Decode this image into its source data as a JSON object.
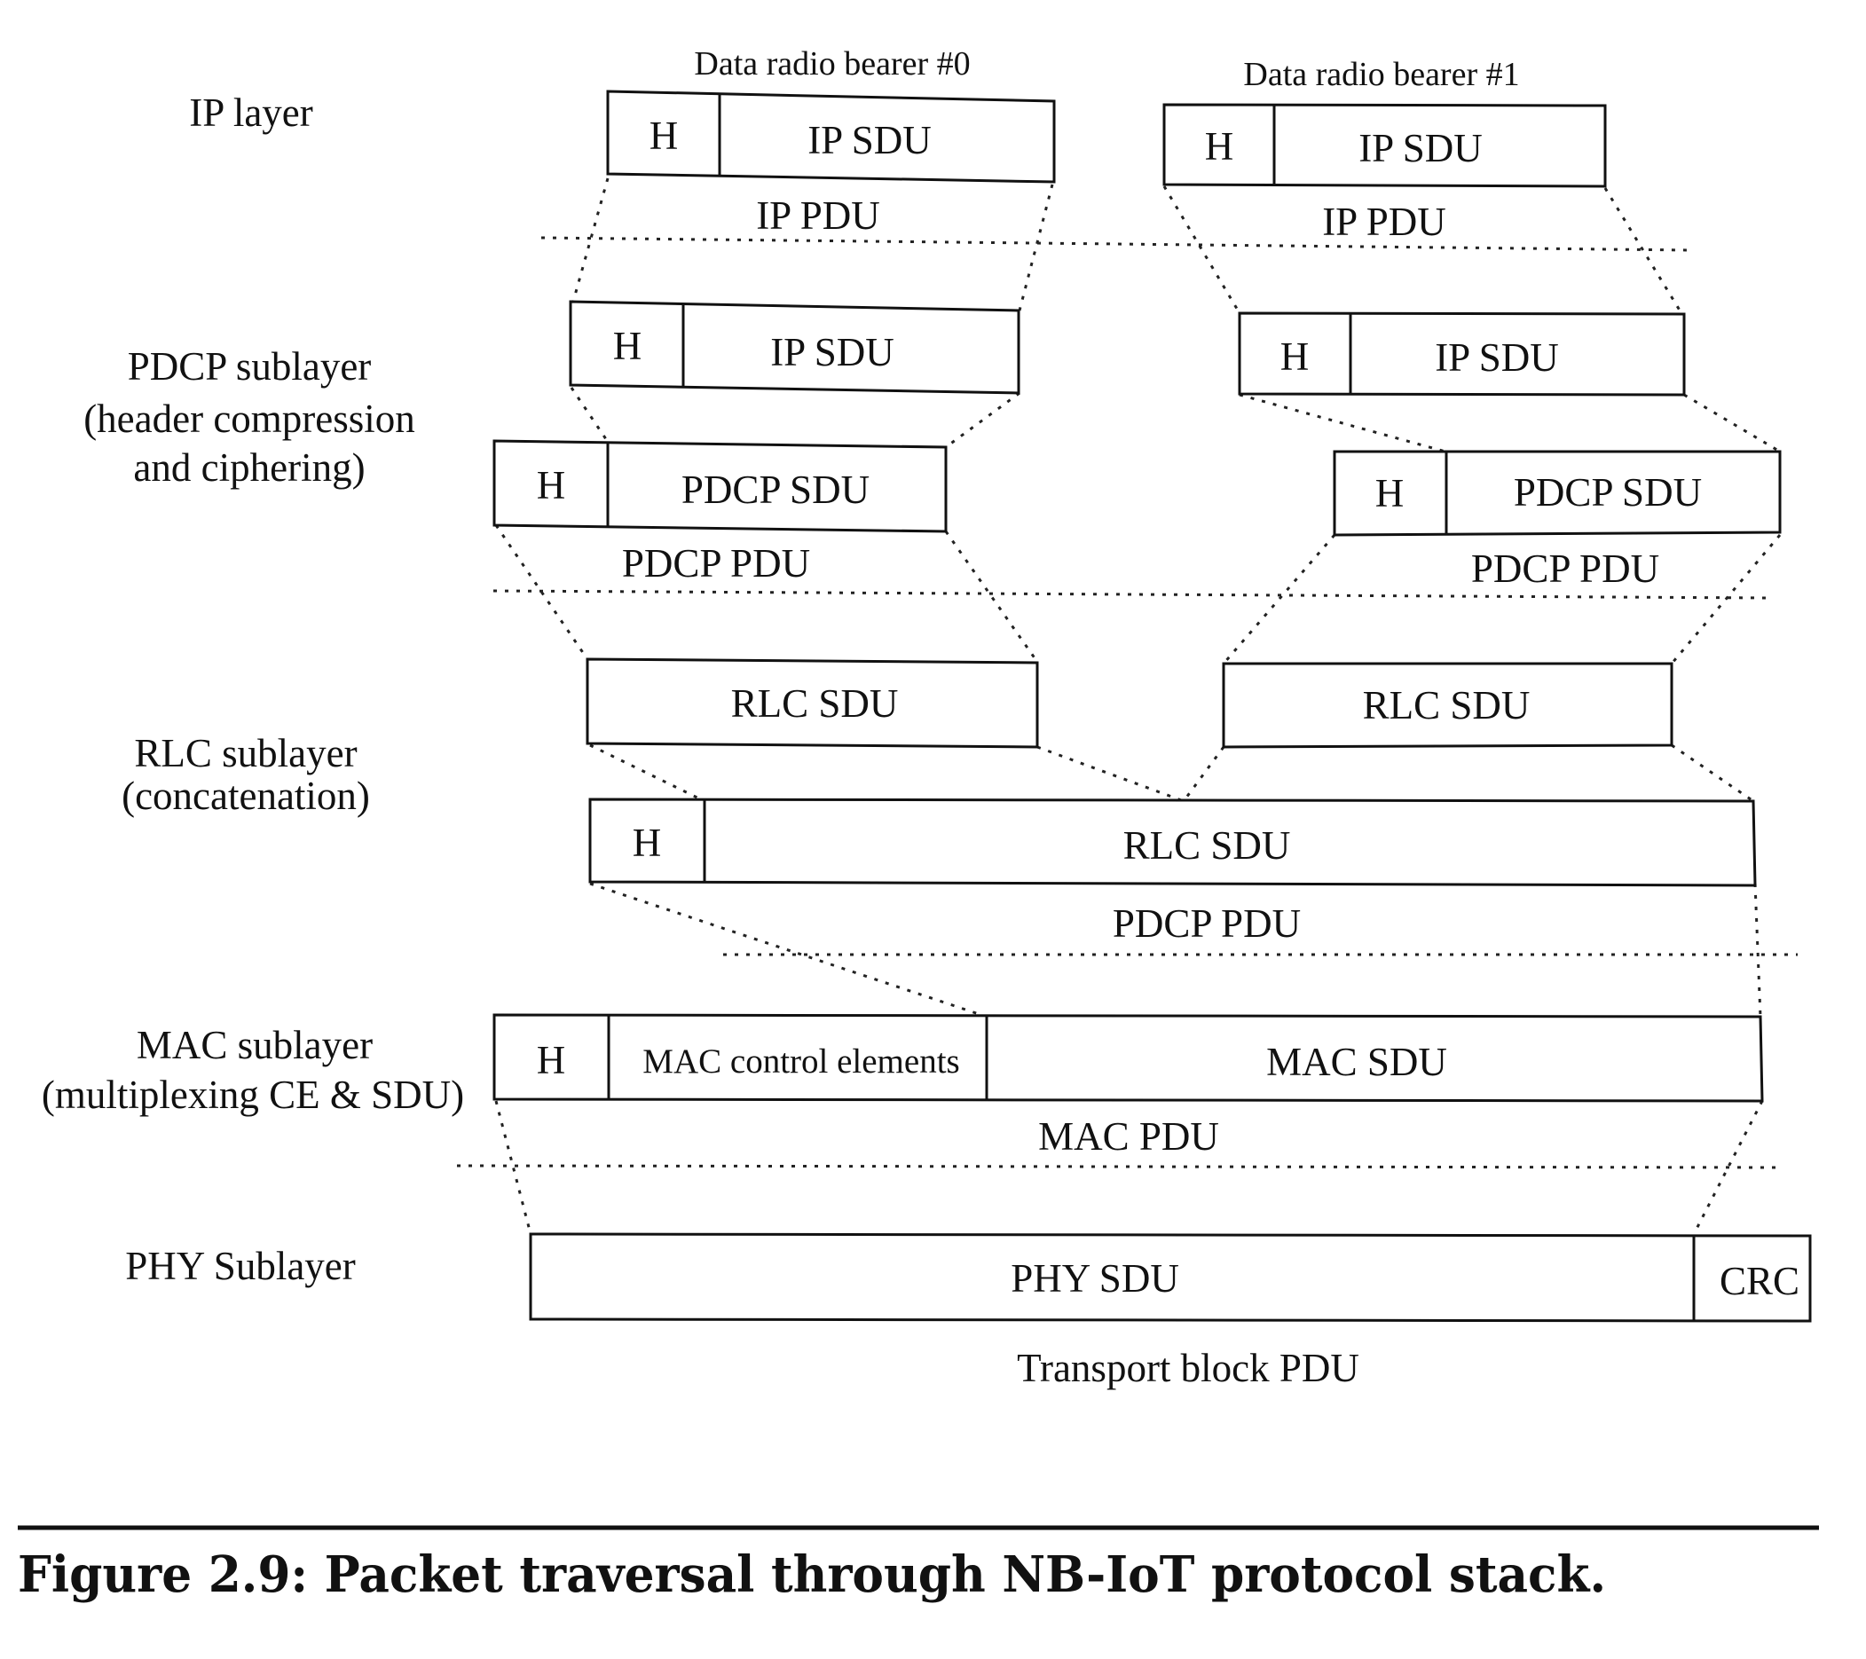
{
  "bearers": {
    "b0": "Data radio bearer #0",
    "b1": "Data radio bearer #1"
  },
  "layers": {
    "ip": {
      "line1": "IP layer"
    },
    "pdcp": {
      "line1": "PDCP sublayer",
      "line2": "(header compression",
      "line3": "and ciphering)"
    },
    "rlc": {
      "line1": "RLC sublayer",
      "line2": "(concatenation)"
    },
    "mac": {
      "line1": "MAC sublayer",
      "line2": "(multiplexing CE & SDU)"
    },
    "phy": {
      "line1": "PHY Sublayer"
    }
  },
  "boxes": {
    "h": "H",
    "ip_sdu": "IP SDU",
    "pdcp_sdu": "PDCP SDU",
    "rlc_sdu": "RLC SDU",
    "mac_ce": "MAC control elements",
    "mac_sdu": "MAC SDU",
    "phy_sdu": "PHY SDU",
    "crc": "CRC"
  },
  "pdu_labels": {
    "ip_pdu": "IP PDU",
    "pdcp_pdu": "PDCP PDU",
    "mac_pdu": "MAC PDU",
    "transport_block_pdu": "Transport block PDU"
  },
  "caption": "Figure 2.9: Packet traversal through NB-IoT protocol stack."
}
